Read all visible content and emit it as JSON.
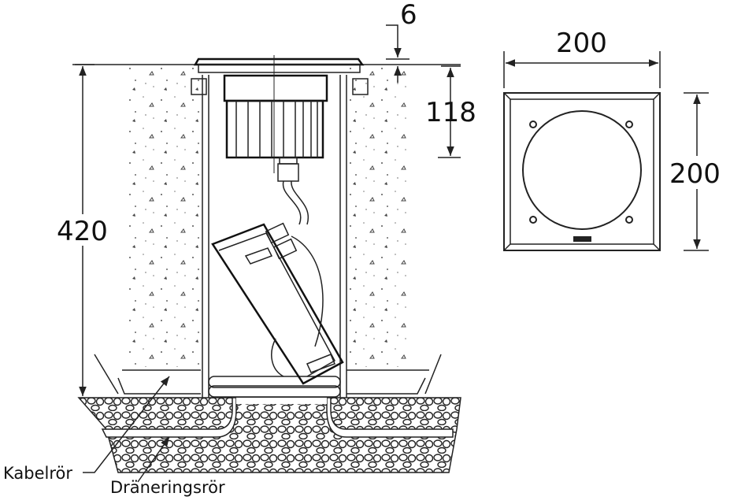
{
  "dimensions": {
    "flange_height": "6",
    "fixture_depth": "118",
    "total_depth": "420",
    "width": "200",
    "height": "200"
  },
  "labels": {
    "cable_pipe": "Kabelrör",
    "drain_pipe": "Dräneringsrör"
  },
  "colors": {
    "line": "#222222",
    "background": "#ffffff"
  }
}
